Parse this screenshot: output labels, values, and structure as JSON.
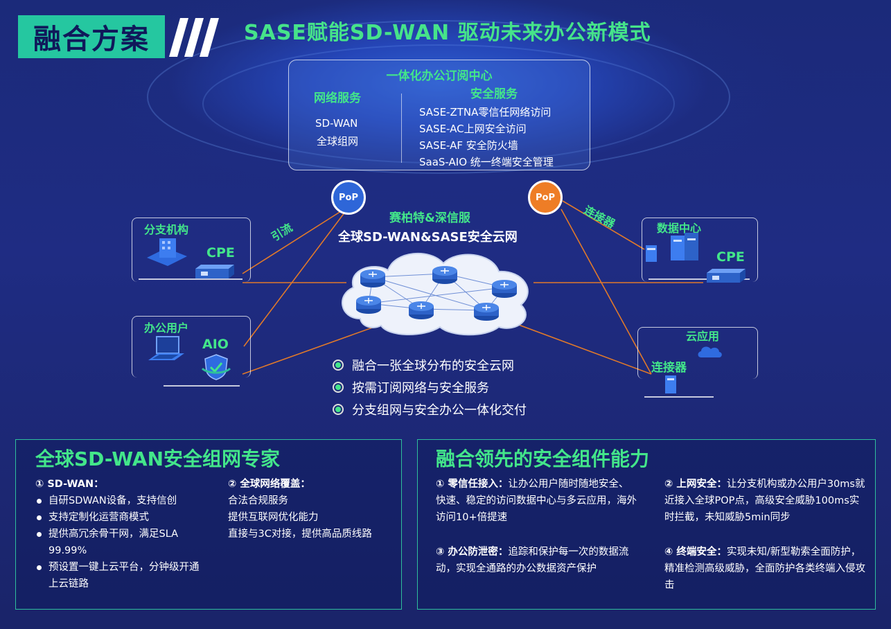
{
  "header": {
    "tag": "融合方案",
    "title": "SASE赋能SD-WAN 驱动未来办公新模式"
  },
  "subscription": {
    "title": "一体化办公订阅中心",
    "network_title": "网络服务",
    "network_items": [
      "SD-WAN",
      "全球组网"
    ],
    "security_title": "安全服务",
    "security_items": [
      "SASE-ZTNA零信任网络访问",
      "SASE-AC上网安全访问",
      "SASE-AF 安全防火墙",
      "SaaS-AIO 统一终端安全管理"
    ]
  },
  "pop": {
    "left": "PoP",
    "right": "PoP"
  },
  "cloud": {
    "title1": "赛柏特&深信服",
    "title2": "全球SD-WAN&SASE安全云网"
  },
  "labels": {
    "divert": "引流",
    "connector": "连接器"
  },
  "left_boxes": [
    {
      "title": "分支机构",
      "device": "CPE"
    },
    {
      "title": "办公用户",
      "device": "AIO"
    }
  ],
  "right_boxes": [
    {
      "title": "数据中心",
      "device": "CPE"
    },
    {
      "title": "云应用",
      "device": "连接器"
    }
  ],
  "features": [
    "融合一张全球分布的安全云网",
    "按需订阅网络与安全服务",
    "分支组网与安全办公一体化交付"
  ],
  "panel_left": {
    "title": "全球SD-WAN安全组网专家",
    "col1_head": "① SD-WAN：",
    "col1_items": [
      "自研SDWAN设备，支持信创",
      "支持定制化运营商模式",
      "提供高冗余骨干网，满足SLA 99.99%",
      "预设置一键上云平台，分钟级开通上云链路"
    ],
    "col2_head": "② 全球网络覆盖：",
    "col2_items": [
      "合法合规服务",
      "提供互联网优化能力",
      "直接与3C对接，提供高品质线路"
    ]
  },
  "panel_right": {
    "title": "融合领先的安全组件能力",
    "items": [
      {
        "head": "① 零信任接入：",
        "text": "让办公用户随时随地安全、快速、稳定的访问数据中心与多云应用，海外访问10+倍提速"
      },
      {
        "head": "② 上网安全：",
        "text": "让分支机构或办公用户30ms就近接入全球POP点，高级安全威胁100ms实时拦截，未知威胁5min同步"
      },
      {
        "head": "③ 办公防泄密：",
        "text": "追踪和保护每一次的数据流动，实现全通路的办公数据资产保护"
      },
      {
        "head": "④ 终端安全：",
        "text": "实现未知/新型勒索全面防护，精准检测高级威胁，全面防护各类终端入侵攻击"
      }
    ]
  },
  "colors": {
    "accent": "#43e68a",
    "orange": "#ee7d26",
    "blue_pop": "#2e66d8",
    "teal": "#25c7a0"
  }
}
